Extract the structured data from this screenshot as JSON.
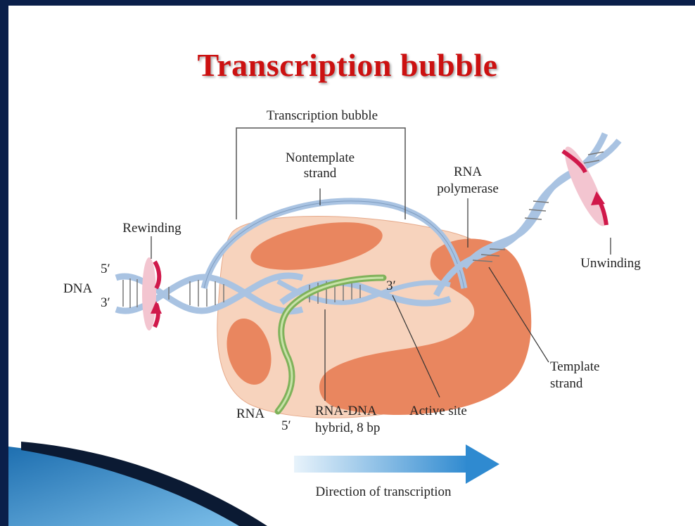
{
  "slide": {
    "title": "Transcription bubble"
  },
  "labels": {
    "bubble_bracket": "Transcription bubble",
    "nontemplate_line1": "Nontemplate",
    "nontemplate_line2": "strand",
    "rna_polymerase_line1": "RNA",
    "rna_polymerase_line2": "polymerase",
    "rewinding": "Rewinding",
    "unwinding": "Unwinding",
    "dna": "DNA",
    "five_prime_top": "5′",
    "three_prime_left": "3′",
    "three_prime_rna": "3′",
    "template_line1": "Template",
    "template_line2": "strand",
    "rna": "RNA",
    "five_prime_rna": "5′",
    "hybrid_line1": "RNA-DNA",
    "hybrid_line2": "hybrid, 8 bp",
    "active_site": "Active site",
    "direction": "Direction of transcription"
  },
  "colors": {
    "title": "#cc1111",
    "background_frame": "#0a1f4a",
    "polymerase_light": "#f7d3bd",
    "polymerase_dark": "#e9865f",
    "dna_strand": "#a9c3e2",
    "rna_strand": "#7fb25a",
    "rotation_arrow": "#d0184a",
    "direction_arrow": "#3a94d6"
  }
}
